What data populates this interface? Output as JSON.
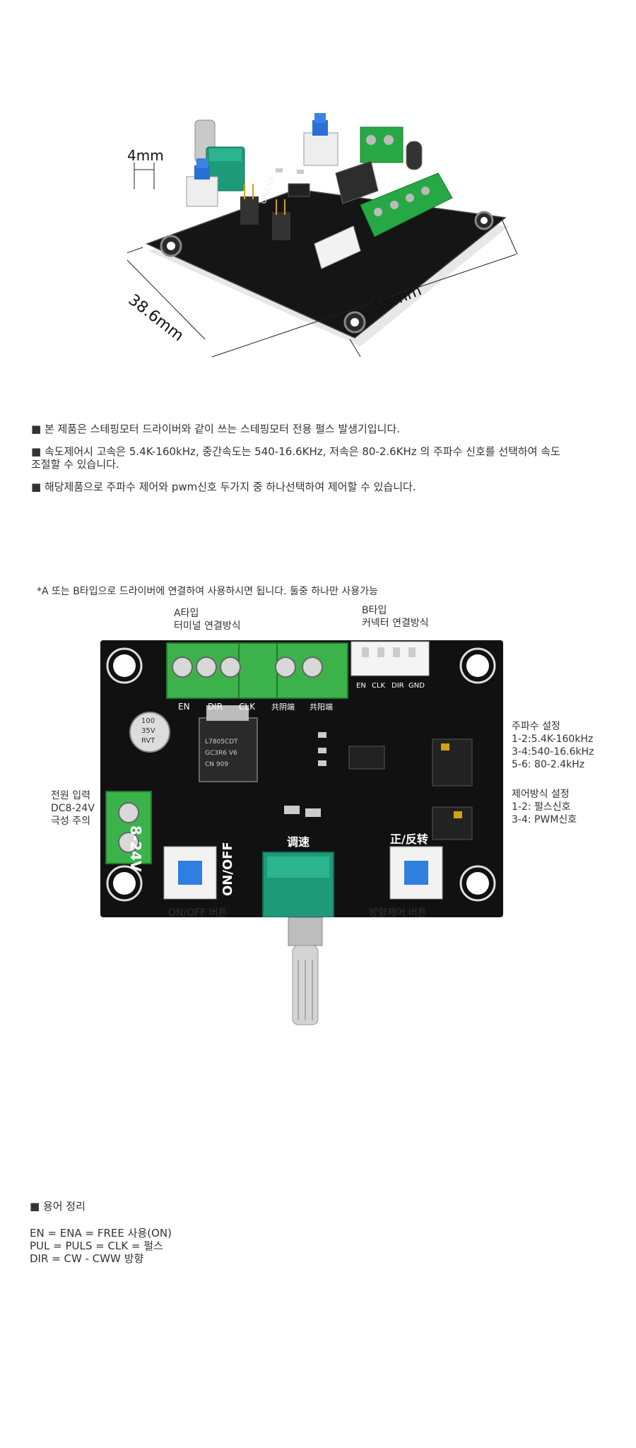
{
  "top_figure": {
    "dim_4mm": "4mm",
    "dim_width": "38.6mm",
    "dim_length": "58mm",
    "pot_label": "ON/OFF"
  },
  "description": {
    "items": [
      "■ 본 제품은 스테핑모터 드라이버와 같이 쓰는 스테핑모터 전용 펄스 발생기입니다.",
      "■ 속도제어시 고속은 5.4K-160kHz, 중간속도는 540-16.6KHz, 저속은 80-2.6KHz 의 주파수 신호를 선택하여 속도조절할 수 있습니다.",
      "■ 해당제품으로 주파수 제어와 pwm신호 두가지 중 하나선택하여 제어할 수 있습니다."
    ]
  },
  "board_figure": {
    "note": "*A 또는 B타입으로 드라이버에 연결하여 사용하시면 됩니다. 둘중 하나만 사용가능",
    "a_type_title": "A타입",
    "a_type_sub": "터미널 연결방식",
    "b_type_title": "B타입",
    "b_type_sub": "커넥터 연결방식",
    "terminal_pins": [
      "EN",
      "DIR",
      "CLK",
      "共阴端",
      "共阳端"
    ],
    "connector_pins": [
      "EN",
      "CLK",
      "DIR",
      "GND"
    ],
    "freq_title": "주파수 설정",
    "freq_lines": [
      "1-2:5.4K-160kHz",
      "3-4:540-16.6kHz",
      "5-6: 80-2.4kHz"
    ],
    "ctrl_title": "제어방식 설정",
    "ctrl_lines": [
      "1-2: 펄스신호",
      "3-4: PWM신호"
    ],
    "power_lines": [
      "전원 입력",
      "DC8-24V",
      "극성 주의"
    ],
    "power_silk": "8-24V",
    "onoff_silk": "ON/OFF",
    "speed_silk": "调速",
    "dir_silk": "正/反转",
    "cap_text": [
      "100",
      "35V",
      "RVT"
    ],
    "reg_text": [
      "L7805CDT",
      "GC3R6 V6",
      "CN 909"
    ],
    "onoff_label": "ON/OFF 버튼",
    "dir_label": "방향제어 버튼"
  },
  "glossary": {
    "title": "■ 용어 정리",
    "lines": [
      "EN = ENA = FREE 사용(ON)",
      "PUL = PULS = CLK = 펄스",
      "DIR = CW - CWW 방향"
    ]
  }
}
